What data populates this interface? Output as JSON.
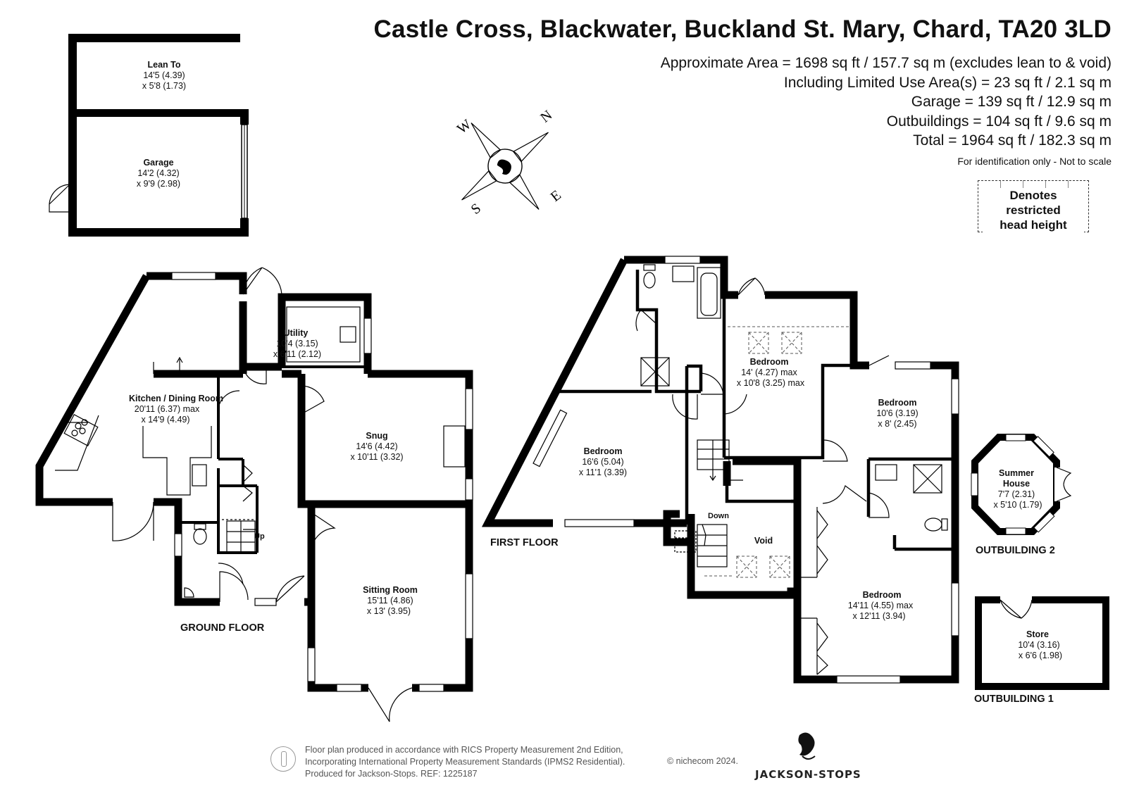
{
  "title": "Castle Cross, Blackwater, Buckland St. Mary, Chard, TA20 3LD",
  "areas": [
    "Approximate Area = 1698 sq ft / 157.7 sq m (excludes lean to & void)",
    "Including Limited Use Area(s) = 23 sq ft / 2.1 sq m",
    "Garage = 139 sq ft / 12.9 sq m",
    "Outbuildings = 104 sq ft / 9.6 sq m",
    "Total = 1964 sq ft / 182.3 sq m"
  ],
  "identification_note": "For identification only - Not to scale",
  "legend": {
    "line1": "Denotes restricted",
    "line2": "head height"
  },
  "compass": {
    "n": "N",
    "s": "S",
    "e": "E",
    "w": "W"
  },
  "floors": {
    "ground": "GROUND FLOOR",
    "first": "FIRST FLOOR",
    "outbuilding1": "OUTBUILDING 1",
    "outbuilding2": "OUTBUILDING 2"
  },
  "stairs": {
    "up": "Up",
    "down": "Down"
  },
  "rooms": {
    "lean_to": {
      "name": "Lean To",
      "dim1": "14'5 (4.39)",
      "dim2": "x 5'8 (1.73)"
    },
    "garage": {
      "name": "Garage",
      "dim1": "14'2 (4.32)",
      "dim2": "x 9'9 (2.98)"
    },
    "utility": {
      "name": "Utility",
      "dim1": "10'4 (3.15)",
      "dim2": "x 6'11 (2.12)"
    },
    "kitchen": {
      "name": "Kitchen / Dining Room",
      "dim1": "20'11 (6.37) max",
      "dim2": "x 14'9 (4.49)"
    },
    "snug": {
      "name": "Snug",
      "dim1": "14'6 (4.42)",
      "dim2": "x 10'11 (3.32)"
    },
    "sitting": {
      "name": "Sitting Room",
      "dim1": "15'11 (4.86)",
      "dim2": "x 13' (3.95)"
    },
    "bedroom_tl": {
      "name": "Bedroom",
      "dim1": "14' (4.27) max",
      "dim2": "x 10'8 (3.25) max"
    },
    "bedroom_left": {
      "name": "Bedroom",
      "dim1": "16'6 (5.04)",
      "dim2": "x 11'1 (3.39)"
    },
    "bedroom_right": {
      "name": "Bedroom",
      "dim1": "10'6 (3.19)",
      "dim2": "x 8' (2.45)"
    },
    "bedroom_main": {
      "name": "Bedroom",
      "dim1": "14'11 (4.55) max",
      "dim2": "x 12'11 (3.94)"
    },
    "void": {
      "name": "Void"
    },
    "summer_house": {
      "name1": "Summer",
      "name2": "House",
      "dim1": "7'7 (2.31)",
      "dim2": "x 5'10 (1.79)"
    },
    "store": {
      "name": "Store",
      "dim1": "10'4 (3.16)",
      "dim2": "x 6'6 (1.98)"
    }
  },
  "footer": {
    "line1": "Floor plan produced in accordance with RICS Property Measurement 2nd Edition,",
    "line2": "Incorporating International Property Measurement Standards (IPMS2 Residential).",
    "line3": "Produced for Jackson-Stops.    REF: 1225187",
    "copyright": "© nichecom 2024.",
    "brand": "JACKSON-STOPS"
  }
}
